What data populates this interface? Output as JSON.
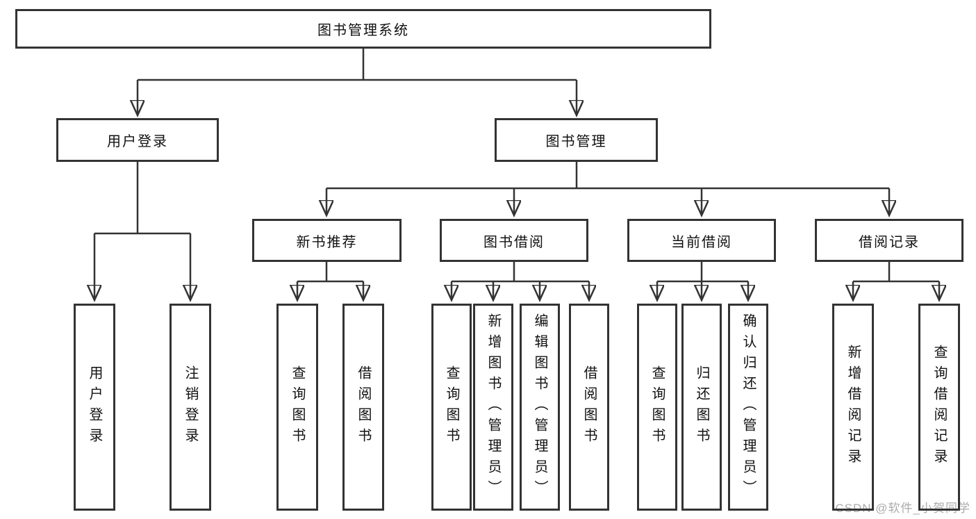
{
  "diagram": {
    "root": {
      "label": "图书管理系统"
    },
    "branches": [
      {
        "label": "用户登录",
        "children": [
          {
            "label": "用户登录"
          },
          {
            "label": "注销登录"
          }
        ]
      },
      {
        "label": "图书管理",
        "children": [
          {
            "label": "新书推荐",
            "children": [
              {
                "label": "查询图书"
              },
              {
                "label": "借阅图书"
              }
            ]
          },
          {
            "label": "图书借阅",
            "children": [
              {
                "label": "查询图书"
              },
              {
                "label": "新增图书（管理员）"
              },
              {
                "label": "编辑图书（管理员）"
              },
              {
                "label": "借阅图书"
              }
            ]
          },
          {
            "label": "当前借阅",
            "children": [
              {
                "label": "查询图书"
              },
              {
                "label": "归还图书"
              },
              {
                "label": "确认归还（管理员）"
              }
            ]
          },
          {
            "label": "借阅记录",
            "children": [
              {
                "label": "新增借阅记录"
              },
              {
                "label": "查询借阅记录"
              }
            ]
          }
        ]
      }
    ],
    "watermark": "CSDN @软件_小贺同学",
    "colors": {
      "line": "#333333",
      "box_border": "#333333",
      "box_fill": "#ffffff",
      "text": "#111111",
      "watermark": "#ababab"
    }
  }
}
